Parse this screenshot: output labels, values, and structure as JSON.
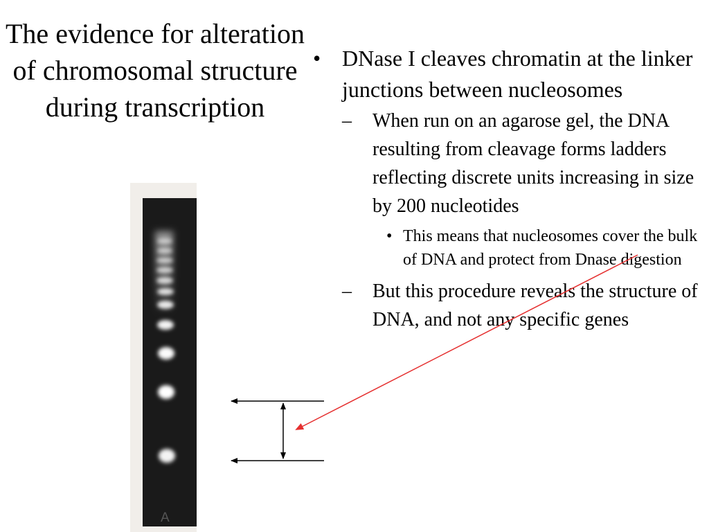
{
  "slide": {
    "title": "The evidence for alteration of chromosomal structure during transcription",
    "bullets": {
      "main": {
        "marker": "•",
        "text": "DNase I cleaves chromatin at the linker junctions between nucleosomes"
      },
      "sub1": {
        "marker": "–",
        "text": "When run on an agarose gel, the DNA resulting from cleavage forms ladders reflecting discrete units increasing in size by 200 nucleotides"
      },
      "sub1_detail": {
        "marker": "•",
        "text": "This means that nucleosomes cover the bulk of DNA and protect from Dnase digestion"
      },
      "sub2": {
        "marker": "–",
        "text": "But this procedure reveals the structure of DNA, and not any specific genes"
      }
    },
    "gel_image": {
      "lane_label": "A"
    },
    "colors": {
      "annotation_arrow": "#e53030",
      "text": "#000000"
    }
  }
}
